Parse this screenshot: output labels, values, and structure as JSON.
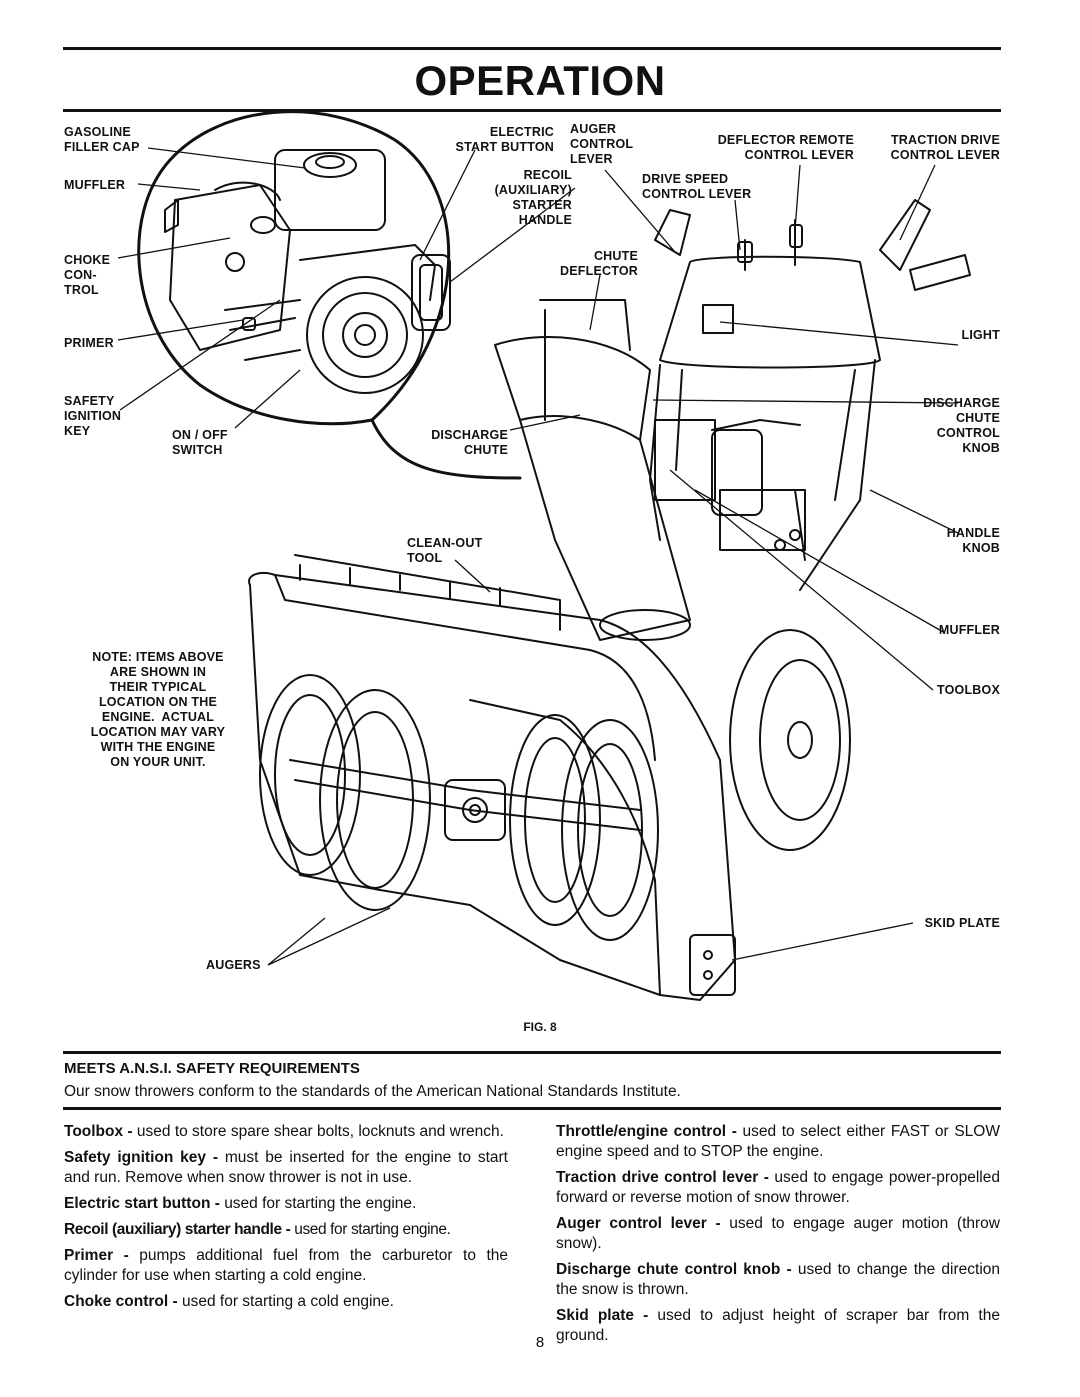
{
  "page_title": "OPERATION",
  "figure": {
    "caption": "FIG. 8",
    "labels": {
      "gasoline": "GASOLINE\nFILLER CAP",
      "muffler_engine": "MUFFLER",
      "choke": "CHOKE\nCON-\nTROL",
      "primer": "PRIMER",
      "safety_key": "SAFETY\nIGNITION\nKEY",
      "onoff": "ON / OFF\nSWITCH",
      "electric_start": "ELECTRIC\nSTART BUTTON",
      "auger_control": "AUGER\nCONTROL\nLEVER",
      "recoil": "RECOIL\n(AUXILIARY)\nSTARTER\nHANDLE",
      "deflector_remote": "DEFLECTOR REMOTE\nCONTROL LEVER",
      "traction_drive": "TRACTION DRIVE\nCONTROL LEVER",
      "drive_speed": "DRIVE SPEED\nCONTROL LEVER",
      "chute_deflector": "CHUTE\nDEFLECTOR",
      "light": "LIGHT",
      "discharge_chute_knob": "DISCHARGE\nCHUTE\nCONTROL\nKNOB",
      "discharge_chute": "DISCHARGE\nCHUTE",
      "handle_knob": "HANDLE\nKNOB",
      "cleanout": "CLEAN-OUT\nTOOL",
      "muffler": "MUFFLER",
      "toolbox": "TOOLBOX",
      "note": "NOTE: ITEMS ABOVE\nARE SHOWN IN\nTHEIR TYPICAL\nLOCATION ON THE\nENGINE.  ACTUAL\nLOCATION MAY VARY\nWITH THE ENGINE\nON YOUR UNIT.",
      "skid_plate": "SKID PLATE",
      "augers": "AUGERS"
    }
  },
  "ansi": {
    "heading": "MEETS A.N.S.I. SAFETY REQUIREMENTS",
    "text": "Our snow throwers conform to the standards of the American National Standards Institute."
  },
  "left_column": [
    {
      "term": "Toolbox - ",
      "desc": "used to store spare shear bolts, locknuts and wrench."
    },
    {
      "term": "Safety ignition key - ",
      "desc": "must be inserted for the engine to start and run.  Remove when snow thrower is not in use."
    },
    {
      "term": "Electric start button - ",
      "desc": "used for starting the engine."
    },
    {
      "term": "Recoil (auxiliary) starter handle - ",
      "desc": "used for starting engine."
    },
    {
      "term": "Primer - ",
      "desc": "pumps additional fuel from the carburetor to the cylinder for use when starting a cold engine."
    },
    {
      "term": "Choke control - ",
      "desc": "used for starting a cold engine."
    }
  ],
  "right_column": [
    {
      "term": "Throttle/engine control - ",
      "desc": "used to select either FAST or SLOW engine speed and to STOP the engine."
    },
    {
      "term": "Traction drive control lever - ",
      "desc": "used to engage power-propelled forward or reverse motion of snow thrower."
    },
    {
      "term": "Auger control lever - ",
      "desc": "used to engage auger motion (throw snow)."
    },
    {
      "term": "Discharge chute control knob - ",
      "desc": "used to change the direction the snow is thrown."
    },
    {
      "term": "Skid plate - ",
      "desc": "used to adjust height of scraper bar from the ground."
    }
  ],
  "page_number": "8"
}
